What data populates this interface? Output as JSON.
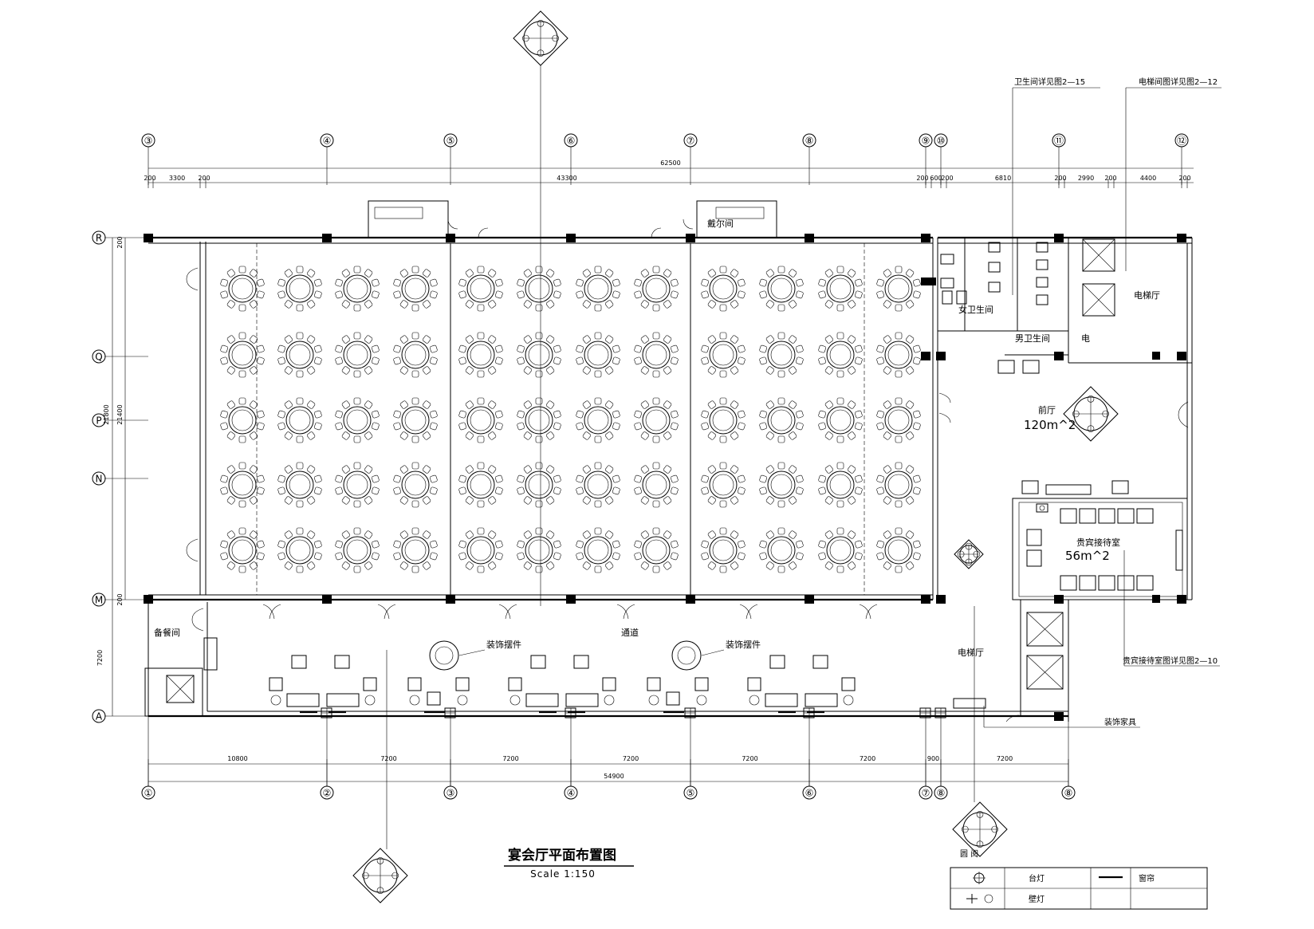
{
  "drawing": {
    "title": "宴会厅平面布置图",
    "scale": "Scale 1:150"
  },
  "top_axes": [
    "③",
    "④",
    "⑤",
    "⑥",
    "⑦",
    "⑧",
    "⑨",
    "⑩",
    "⑪",
    "⑫"
  ],
  "bottom_axes": [
    "①",
    "②",
    "③",
    "④",
    "⑤",
    "⑥",
    "⑦",
    "⑧",
    "⑧"
  ],
  "left_axes": [
    "R",
    "Q",
    "P",
    "N",
    "M",
    "A"
  ],
  "top_dims": {
    "overall": "62500",
    "segments": [
      "200",
      "3300",
      "200",
      "43300",
      "200",
      "600",
      "200",
      "6810",
      "200",
      "2990",
      "200",
      "4400",
      "200"
    ]
  },
  "bottom_dims": {
    "segments": [
      "10800",
      "7200",
      "7200",
      "7200",
      "7200",
      "7200",
      "900",
      "7200"
    ],
    "overall": "54900"
  },
  "left_dims": {
    "outer": "21800",
    "inner": "21400",
    "top_gap": "200",
    "bottom_gap": "200",
    "corridor": "7200"
  },
  "notes": {
    "toilet_ref": "卫生间详见图2—15",
    "lift_ref": "电梯间图详见图2—12",
    "vip_ref": "贵宾接待室图详见图2—10",
    "decor_ref": "装饰家具"
  },
  "rooms": {
    "control": "戴尔间",
    "female_wc": "女卫生间",
    "male_wc": "男卫生间",
    "lift_hall_top": "电梯厅",
    "elec": "电",
    "foyer": "前厅",
    "foyer_area": "120m^2",
    "vip": "贵宾接待室",
    "vip_area": "56m^2",
    "pantry": "备餐间",
    "corridor": "通道",
    "decor1": "装饰摆件",
    "decor2": "装饰摆件",
    "lift_hall_bottom": "电梯厅"
  },
  "legend": {
    "row1_label": "台灯",
    "row1_right": "窗帘",
    "row2_label": "壁灯"
  },
  "callout_bottom_label": "圆 阅",
  "colors": {
    "ink": "#000000",
    "paper": "#ffffff"
  }
}
